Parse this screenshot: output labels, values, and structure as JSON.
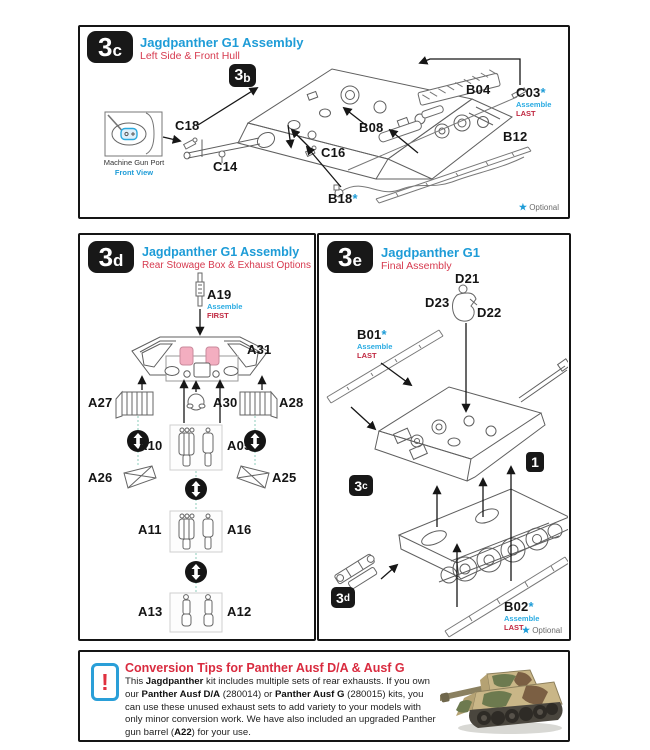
{
  "legend": {
    "asterisk": "*",
    "star": "★",
    "optional": "Optional"
  },
  "colors": {
    "title_blue": "#1e9cd7",
    "subtitle_red": "#d6394e",
    "assemble_cyan": "#29abe2",
    "order_red": "#c02740",
    "badge_black": "#181818",
    "pink_highlight": "#f3aec0",
    "connector_teal": "#9fd4c6"
  },
  "p3c": {
    "badge": {
      "n": "3",
      "l": "c"
    },
    "title": "Jagdpanther G1 Assembly",
    "subtitle": "Left Side & Front Hull",
    "ref3b": {
      "n": "3",
      "l": "b"
    },
    "inset": {
      "line1": "Machine Gun Port",
      "line2": "Front View"
    },
    "note": {
      "assemble": "Assemble",
      "last": "LAST"
    },
    "parts": {
      "c18": "C18",
      "c14": "C14",
      "c16": "C16",
      "b08": "B08",
      "b18": "B18",
      "b04": "B04",
      "c03": "C03",
      "b12": "B12"
    }
  },
  "p3d": {
    "badge": {
      "n": "3",
      "l": "d"
    },
    "title": "Jagdpanther G1 Assembly",
    "subtitle": "Rear Stowage Box & Exhaust Options",
    "note": {
      "assemble": "Assemble",
      "first": "FIRST"
    },
    "parts": {
      "a19": "A19",
      "a31": "A31",
      "a27": "A27",
      "a30": "A30",
      "a28": "A28",
      "a10": "A10",
      "a05": "A05",
      "a26": "A26",
      "a25": "A25",
      "a11": "A11",
      "a16": "A16",
      "a13": "A13",
      "a12": "A12"
    }
  },
  "p3e": {
    "badge": {
      "n": "3",
      "l": "e"
    },
    "title": "Jagdpanther G1",
    "subtitle": "Final Assembly",
    "ref3c": {
      "n": "3",
      "l": "c"
    },
    "ref3d": {
      "n": "3",
      "l": "d"
    },
    "ref1": "1",
    "note": {
      "assemble": "Assemble",
      "last": "LAST"
    },
    "parts": {
      "d21": "D21",
      "d23": "D23",
      "d22": "D22",
      "b01": "B01",
      "b02": "B02"
    }
  },
  "tips": {
    "bang": "!",
    "heading": "Conversion Tips for Panther Ausf D/A & Ausf G",
    "p1": "This ",
    "b1": "Jagdpanther",
    "p2": " kit includes multiple sets of rear exhausts. If you own our ",
    "b2": "Panther Ausf D/A",
    "p3": " (280014) or ",
    "b3": "Panther Ausf G",
    "p4": " (280015) kits, you can use these unused exhaust sets to add variety to your models with only minor conversion work. We have also included an upgraded Panther gun barrel (",
    "link": "A22",
    "p5": ") for your use."
  }
}
